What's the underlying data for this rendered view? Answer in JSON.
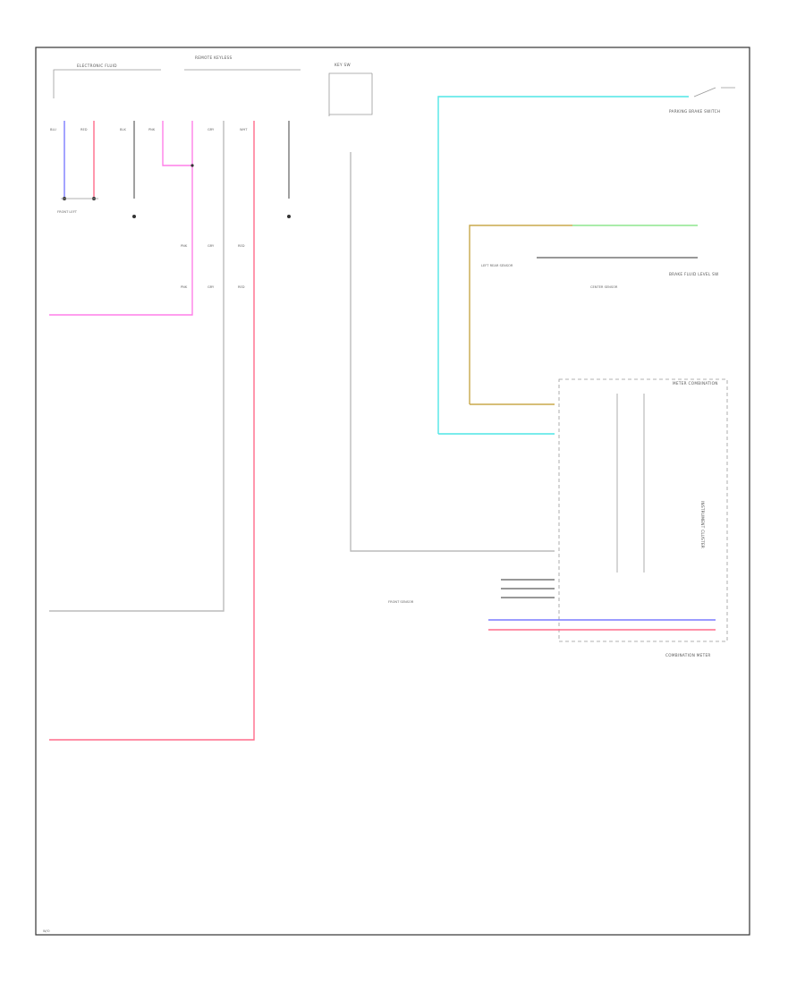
{
  "colors": {
    "background": "#ffffff",
    "frame": "#333333",
    "wire_blue": "#7b7bff",
    "wire_red": "#ff6b8a",
    "wire_pink": "#ff7fe8",
    "wire_cyan": "#4fe6e6",
    "wire_tan": "#c8a84b",
    "wire_green": "#8ee68e",
    "wire_gray": "#aaaaaa",
    "wire_black": "#777777"
  },
  "labels": {
    "top_left_header": "ELECTRONIC FLUID",
    "top_center_header": "REMOTE KEYLESS",
    "switch_header": "KEY SW",
    "right_switch_1": "PARKING BRAKE SWITCH",
    "right_switch_2": "BRAKE FLUID LEVEL SW",
    "left_sensor": "LEFT REAR SENSOR",
    "center_sensor": "CENTER SENSOR",
    "module_title": "METER COMBINATION",
    "module_footer": "COMBINATION METER",
    "module_side": "INSTRUMENT CLUSTER",
    "front_sensor": "FRONT SENSOR",
    "front_left": "FRONT LEFT",
    "bottom_corner": "W/O",
    "pin_a": "BLU",
    "pin_b": "RED",
    "pin_c": "BLK",
    "pin_d": "PNK",
    "pin_e": "GRY",
    "pin_f": "WHT"
  }
}
